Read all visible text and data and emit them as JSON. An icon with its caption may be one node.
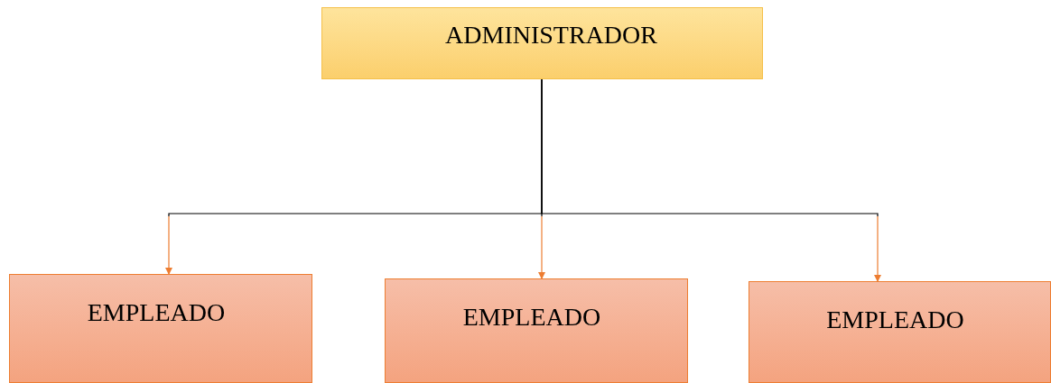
{
  "diagram": {
    "nodes": [
      {
        "text": [
          "ADMINISTRADOR"
        ]
      },
      {
        "text": [
          "EMPLEADO"
        ]
      },
      {
        "text": [
          "EMPLEADO"
        ]
      },
      {
        "text": [
          "EMPLEADO"
        ]
      }
    ],
    "edges": [
      {
        "from": 0,
        "to": 1,
        "arrow": "to"
      },
      {
        "from": 0,
        "to": 2,
        "arrow": "to"
      },
      {
        "from": 0,
        "to": 3,
        "arrow": "to"
      }
    ]
  }
}
